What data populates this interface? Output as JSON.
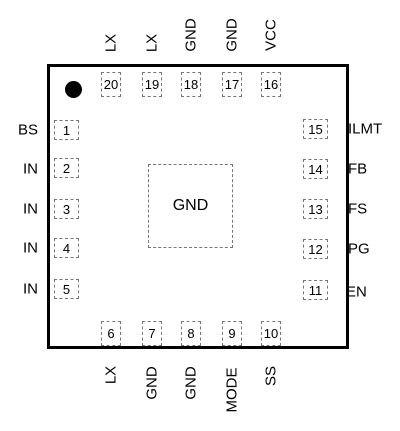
{
  "package": {
    "exposed_pad_label": "GND"
  },
  "pins": [
    {
      "number": "1",
      "name": "BS",
      "side": "left"
    },
    {
      "number": "2",
      "name": "IN",
      "side": "left"
    },
    {
      "number": "3",
      "name": "IN",
      "side": "left"
    },
    {
      "number": "4",
      "name": "IN",
      "side": "left"
    },
    {
      "number": "5",
      "name": "IN",
      "side": "left"
    },
    {
      "number": "6",
      "name": "LX",
      "side": "bottom"
    },
    {
      "number": "7",
      "name": "GND",
      "side": "bottom"
    },
    {
      "number": "8",
      "name": "GND",
      "side": "bottom"
    },
    {
      "number": "9",
      "name": "MODE",
      "side": "bottom"
    },
    {
      "number": "10",
      "name": "SS",
      "side": "bottom"
    },
    {
      "number": "11",
      "name": "EN",
      "side": "right"
    },
    {
      "number": "12",
      "name": "PG",
      "side": "right"
    },
    {
      "number": "13",
      "name": "FS",
      "side": "right"
    },
    {
      "number": "14",
      "name": "FB",
      "side": "right"
    },
    {
      "number": "15",
      "name": "ILMT",
      "side": "right"
    },
    {
      "number": "16",
      "name": "VCC",
      "side": "top"
    },
    {
      "number": "17",
      "name": "GND",
      "side": "top"
    },
    {
      "number": "18",
      "name": "GND",
      "side": "top"
    },
    {
      "number": "19",
      "name": "LX",
      "side": "top"
    },
    {
      "number": "20",
      "name": "LX",
      "side": "top"
    }
  ]
}
